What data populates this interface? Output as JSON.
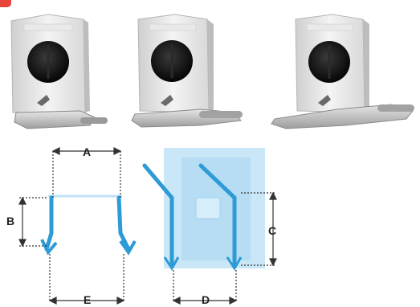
{
  "labels": {
    "a": "A",
    "b": "B",
    "c": "C",
    "d": "D",
    "e": "E"
  },
  "colors": {
    "accent": "#e8443a",
    "hook_blue": "#2d9bd6",
    "panel_blue": "#bfe3f6",
    "dimension": "#333333"
  },
  "products": [
    "floor-stand-product-1",
    "floor-stand-product-2",
    "floor-stand-product-3"
  ]
}
